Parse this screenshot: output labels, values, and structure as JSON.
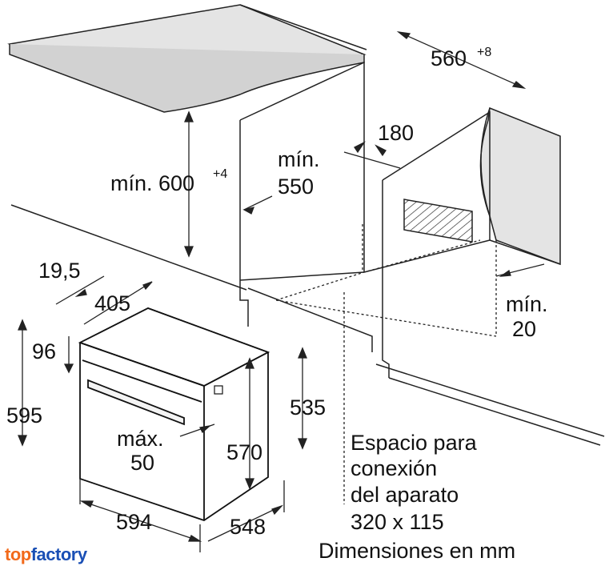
{
  "diagram": {
    "dim_560": "560",
    "dim_560_tol": "+8",
    "dim_min600_label": "mín. 600",
    "dim_min600_tol": "+4",
    "dim_min550_line1": "mín.",
    "dim_min550_line2": "550",
    "dim_180": "180",
    "dim_19_5": "19,5",
    "dim_405": "405",
    "dim_96": "96",
    "dim_595": "595",
    "dim_535": "535",
    "dim_max50_line1": "máx.",
    "dim_max50_line2": "50",
    "dim_570": "570",
    "dim_594": "594",
    "dim_548": "548",
    "dim_min20_line1": "mín.",
    "dim_min20_line2": "20",
    "note_line1": "Espacio para",
    "note_line2": "conexión",
    "note_line3": "del aparato",
    "note_line4": "320 x 115",
    "note_line5": "Dimensiones en mm"
  },
  "brand": {
    "part1": "top",
    "part2": "factory"
  },
  "colors": {
    "brand_orange": "#f26a1b",
    "brand_blue": "#1a4fb5",
    "panel_gray": "#e4e4e4"
  }
}
